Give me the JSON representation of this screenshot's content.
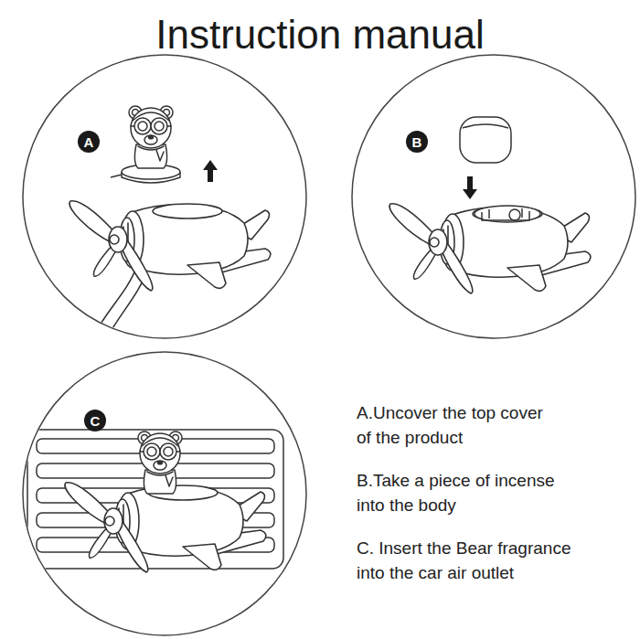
{
  "diagram": {
    "title": "Instruction manual",
    "nodes": [
      {
        "text": [
          "A"
        ]
      },
      {
        "text": [
          "B"
        ]
      },
      {
        "text": [
          "C"
        ]
      }
    ],
    "labels": [
      "A.Uncover the top cover of the product",
      "B.Take a piece of incense into the body",
      "C. Insert the Bear fragrance into the car air outlet"
    ]
  }
}
